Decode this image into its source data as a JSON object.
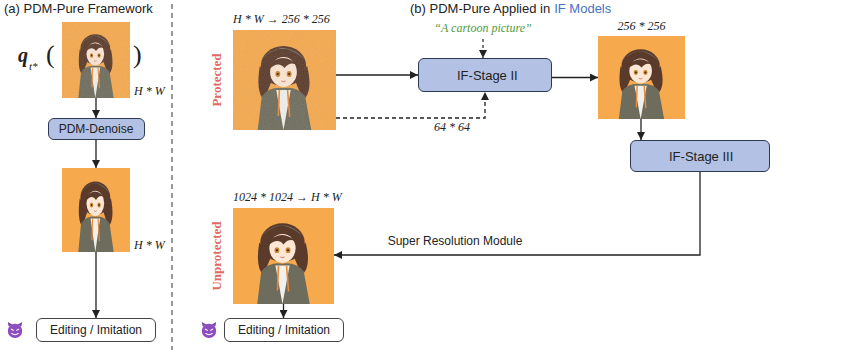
{
  "diagram": {
    "nodes": [
      {
        "text": [
          "H * W"
        ]
      },
      {
        "text": [
          "PDM-Denoise"
        ]
      },
      {
        "text": [
          "H * W"
        ]
      },
      {
        "text": [
          "Editing / Imitation"
        ]
      },
      {
        "text": [
          "Protected",
          "H * W → 256 * 256"
        ]
      },
      {
        "text": [
          "IF-Stage II"
        ]
      },
      {
        "text": [
          "256 * 256"
        ]
      },
      {
        "text": [
          "IF-Stage III"
        ]
      },
      {
        "text": [
          "Unprotected",
          "1024 * 1024 → H * W"
        ]
      },
      {
        "text": [
          "Editing / Imitation"
        ]
      }
    ],
    "edges": [
      {
        "from": 0,
        "to": 1,
        "arrow": "to"
      },
      {
        "from": 1,
        "to": 2,
        "arrow": "to"
      },
      {
        "from": 2,
        "to": 3,
        "arrow": "to"
      },
      {
        "from": 4,
        "to": 5,
        "arrow": "to"
      },
      {
        "from": 4,
        "to": 5,
        "label": "64 * 64",
        "arrow": "to"
      },
      {
        "from": 5,
        "to": 6,
        "arrow": "to"
      },
      {
        "from": 6,
        "to": 7,
        "arrow": "to"
      },
      {
        "from": 7,
        "to": 8,
        "label": "Super Resolution Module",
        "arrow": "to"
      },
      {
        "from": 8,
        "to": 9,
        "arrow": "to"
      }
    ],
    "labels": [
      "(a) PDM-Pure Framework",
      "(b) PDM-Pure Applied in",
      "IF Models",
      "q",
      "t*",
      "(",
      ")",
      "“A cartoon picture”"
    ]
  }
}
